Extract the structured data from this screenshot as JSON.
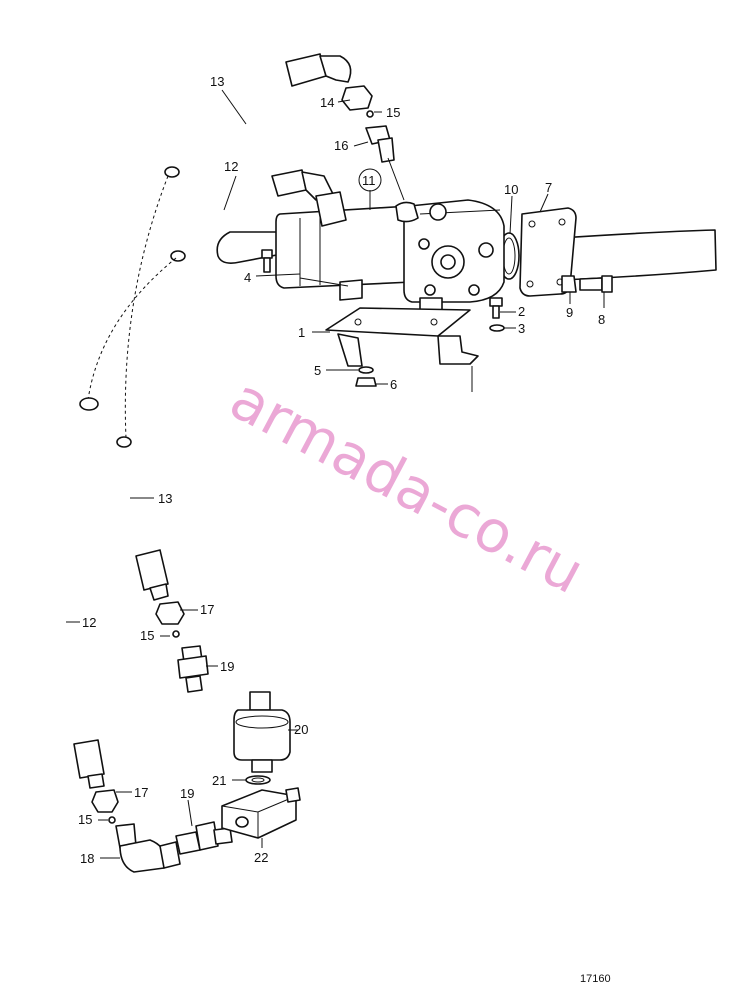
{
  "labels": {
    "l1": "1",
    "l2": "2",
    "l3": "3",
    "l4": "4",
    "l5": "5",
    "l6": "6",
    "l7": "7",
    "l8": "8",
    "l9": "9",
    "l10": "10",
    "l11": "11",
    "l12a": "12",
    "l12b": "12",
    "l13a": "13",
    "l13b": "13",
    "l14": "14",
    "l15a": "15",
    "l15b": "15",
    "l15c": "15",
    "l16": "16",
    "l17a": "17",
    "l17b": "17",
    "l18": "18",
    "l19a": "19",
    "l19b": "19",
    "l20": "20",
    "l21": "21",
    "l22": "22"
  },
  "figure_number": "17160",
  "watermark": "armada-co.ru"
}
